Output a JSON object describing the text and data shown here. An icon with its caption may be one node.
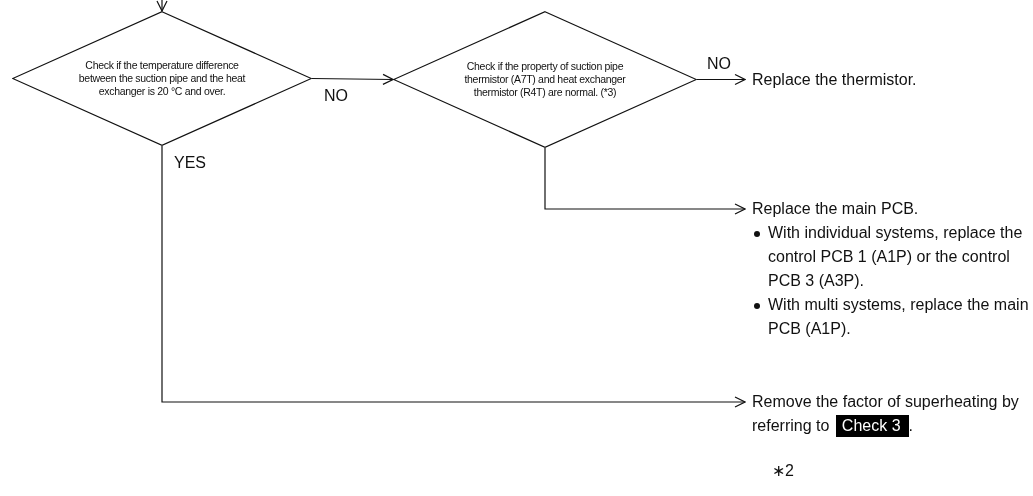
{
  "diagram": {
    "nodes": [
      {
        "text": [
          "Check if the temperature difference between the suction pipe and the heat exchanger is 20 °C and over."
        ]
      },
      {
        "text": [
          "Check if the property of suction pipe thermistor (A7T) and heat exchanger thermistor (R4T) are normal. (*3)"
        ]
      },
      {
        "text": [
          "Replace the thermistor."
        ]
      },
      {
        "text": [
          "Replace the main PCB.",
          "With individual systems, replace the control PCB 1 (A1P) or the control PCB 3 (A3P).",
          "With multi systems, replace the main PCB (A1P)."
        ]
      },
      {
        "text": [
          "Remove the factor of superheating by referring to",
          "Check 3",
          "."
        ]
      }
    ],
    "edges": [
      {
        "from": null,
        "to": 0,
        "arrow": "to"
      },
      {
        "from": 0,
        "to": 1,
        "arrow": "to",
        "label": "NO"
      },
      {
        "from": 1,
        "to": 2,
        "arrow": "to",
        "label": "NO"
      },
      {
        "from": 1,
        "to": 3,
        "arrow": "to"
      },
      {
        "from": 0,
        "to": 4,
        "arrow": "to",
        "label": "YES"
      }
    ],
    "labels": [
      "∗2"
    ]
  }
}
